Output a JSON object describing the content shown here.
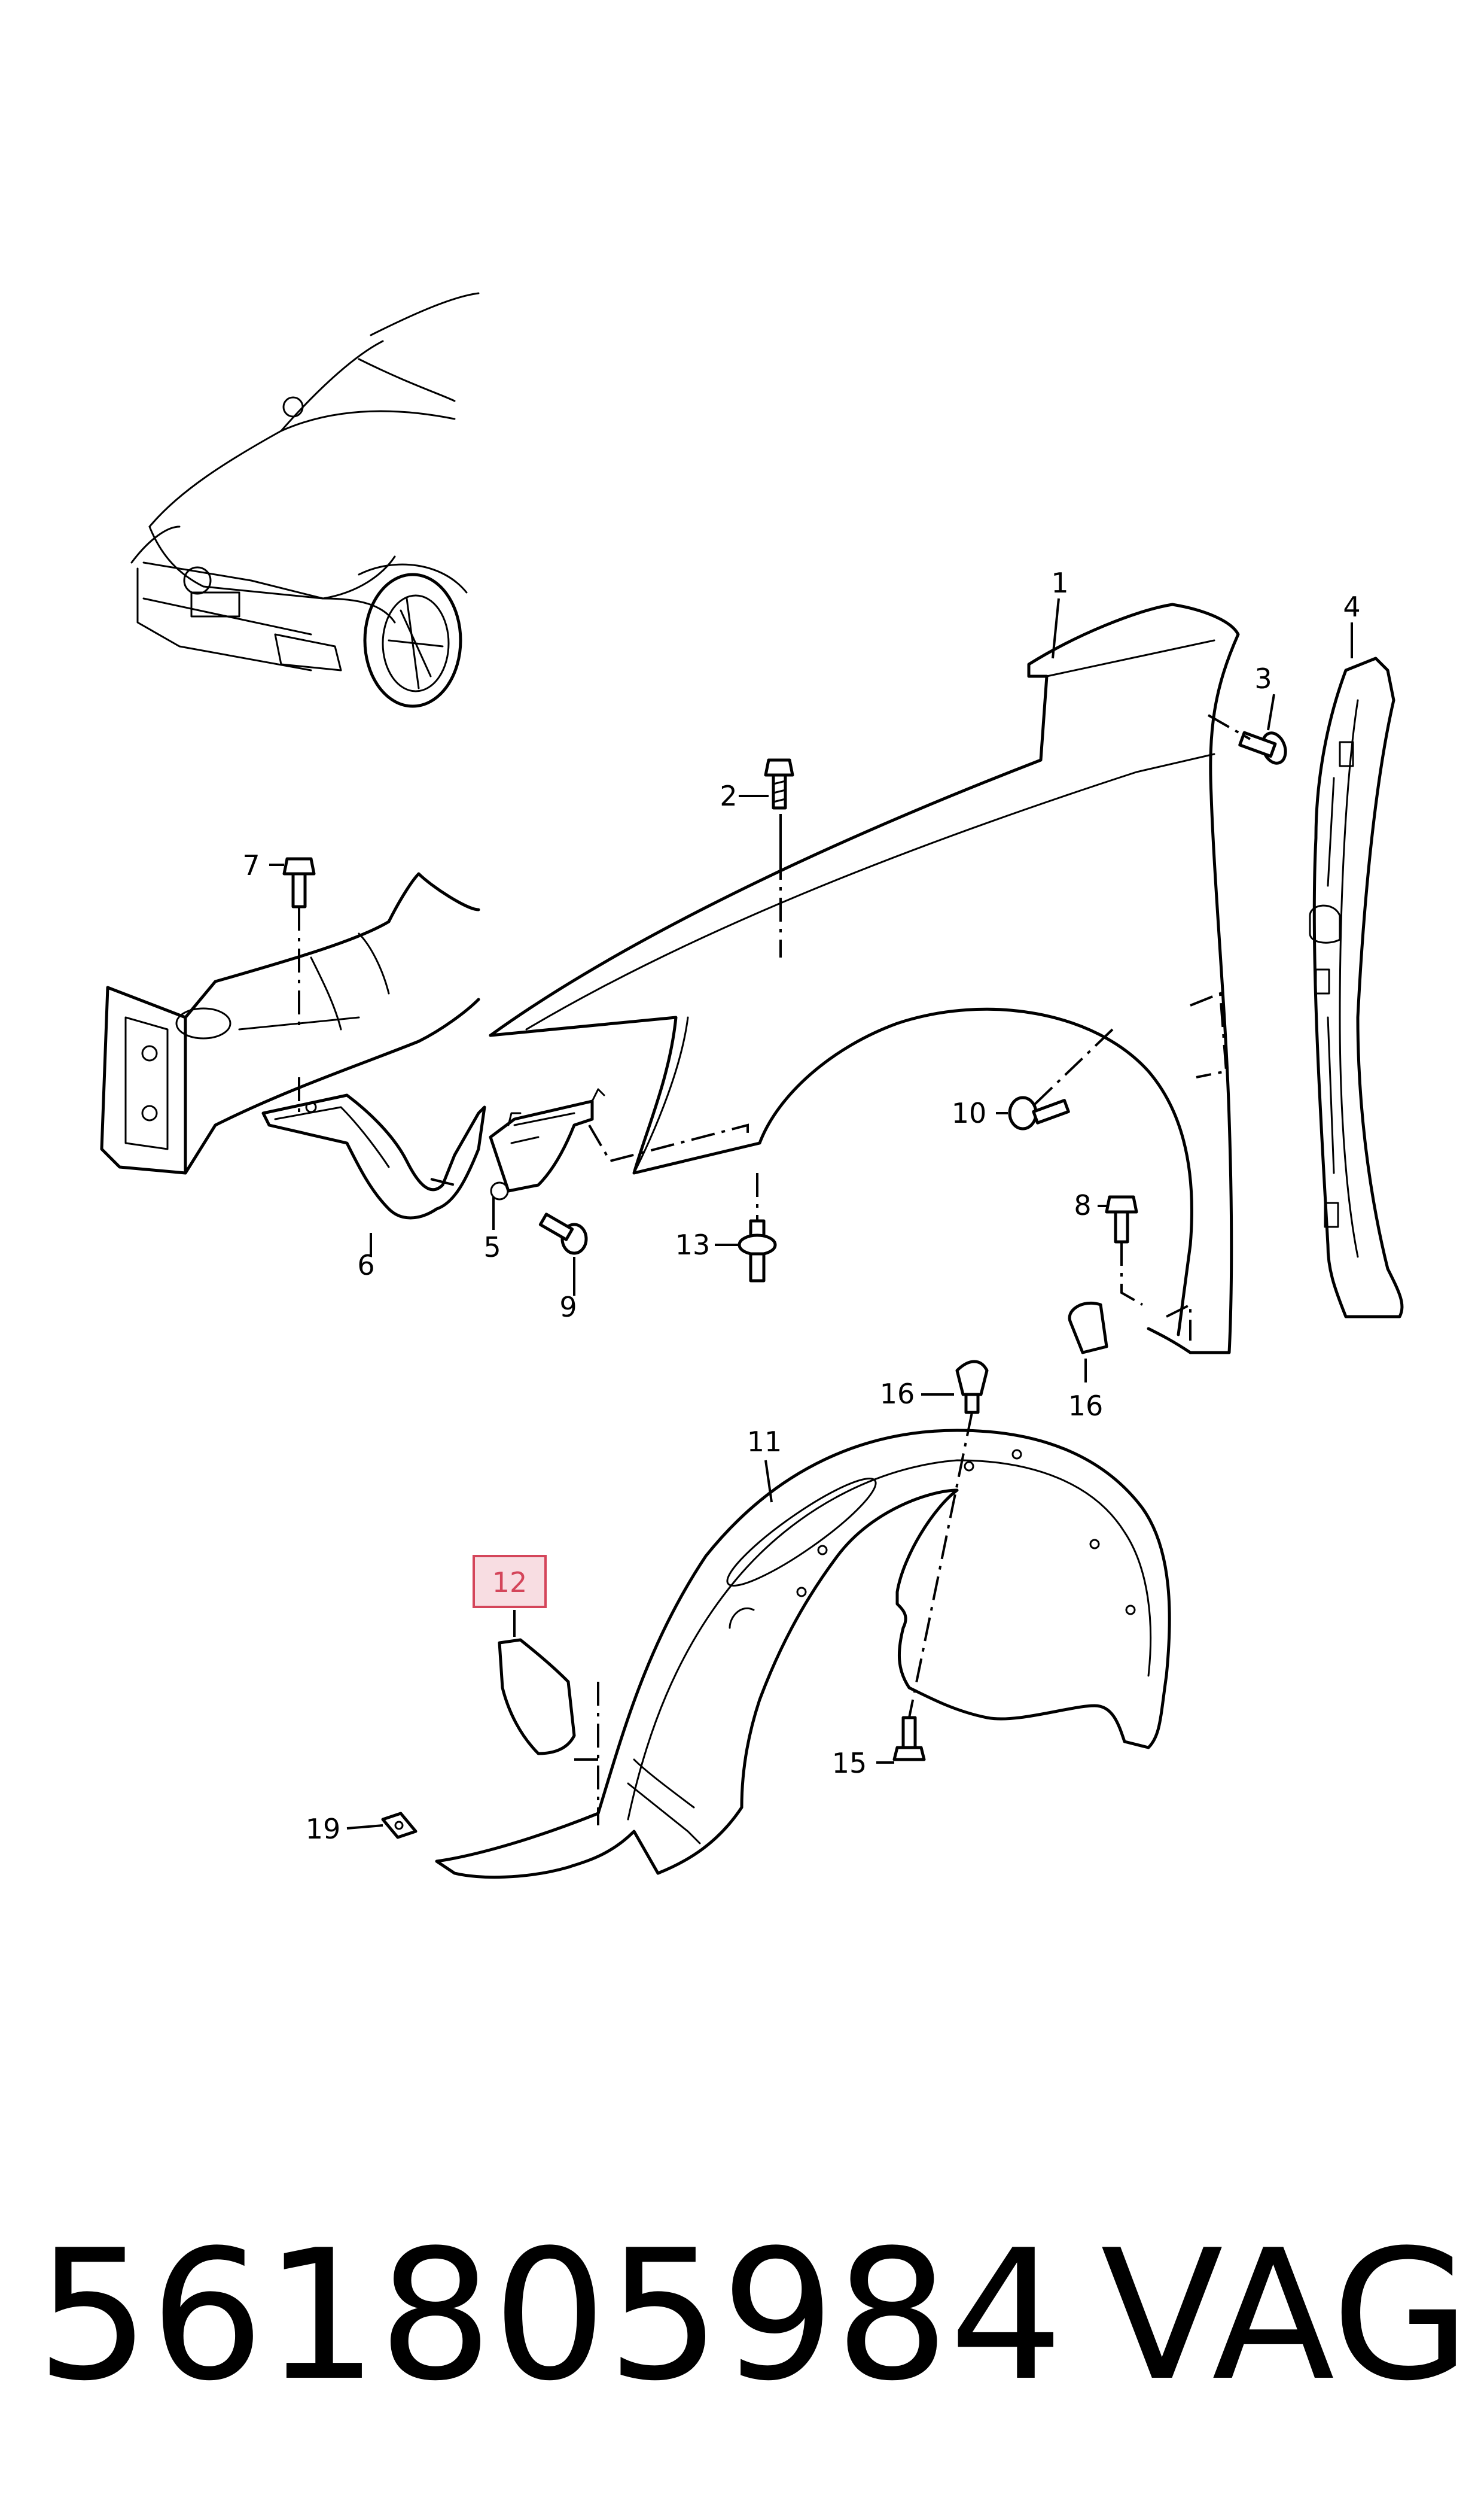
{
  "callouts": [
    {
      "id": "c1",
      "text": "1"
    },
    {
      "id": "c2",
      "text": "2"
    },
    {
      "id": "c3",
      "text": "3"
    },
    {
      "id": "c4",
      "text": "4"
    },
    {
      "id": "c5",
      "text": "5"
    },
    {
      "id": "c6",
      "text": "6"
    },
    {
      "id": "c7",
      "text": "7"
    },
    {
      "id": "c8",
      "text": "8"
    },
    {
      "id": "c9",
      "text": "9"
    },
    {
      "id": "c10",
      "text": "10"
    },
    {
      "id": "c11",
      "text": "11"
    },
    {
      "id": "c12",
      "text": "12",
      "highlighted": true
    },
    {
      "id": "c13",
      "text": "13"
    },
    {
      "id": "c15",
      "text": "15"
    },
    {
      "id": "c16a",
      "text": "16"
    },
    {
      "id": "c16b",
      "text": "16"
    },
    {
      "id": "c19",
      "text": "19"
    }
  ],
  "highlight_color": "#d4455a",
  "footer": {
    "part_number": "561805984",
    "brand": "VAG"
  }
}
